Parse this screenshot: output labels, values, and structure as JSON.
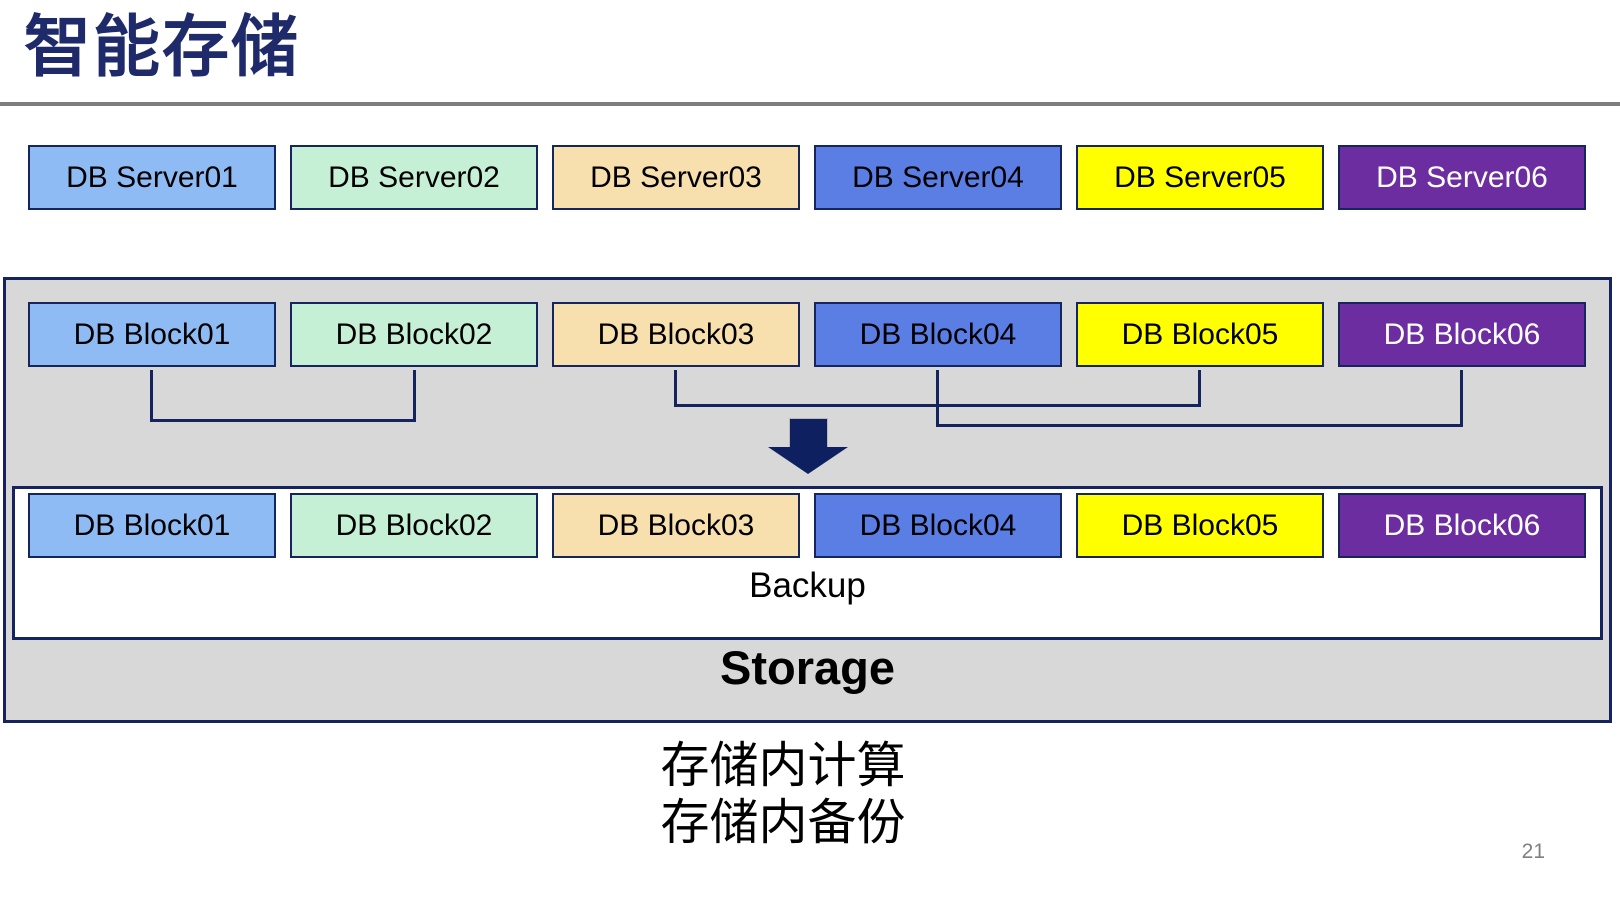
{
  "title": "智能存储",
  "palette": {
    "title-navy": "#1F2A6B",
    "line-navy": "#15235F",
    "box-border-navy": "#17255E",
    "arrow-navy": "#0F2060",
    "container-fill": "#D8D8D8",
    "divider-gray": "#7D7D7D",
    "page-number-gray": "#808080"
  },
  "server_row": [
    {
      "label": "DB Server01",
      "bg": "#8FBBF4",
      "fg": "#000000"
    },
    {
      "label": "DB Server02",
      "bg": "#C6F0D6",
      "fg": "#000000"
    },
    {
      "label": "DB Server03",
      "bg": "#F7DFAE",
      "fg": "#000000"
    },
    {
      "label": "DB Server04",
      "bg": "#5B7EE5",
      "fg": "#000000"
    },
    {
      "label": "DB Server05",
      "bg": "#FFFF00",
      "fg": "#000000"
    },
    {
      "label": "DB Server06",
      "bg": "#6C2DA0",
      "fg": "#FFFFFF"
    }
  ],
  "upper_block_row": [
    {
      "label": "DB Block01",
      "bg": "#8FBBF4",
      "fg": "#000000"
    },
    {
      "label": "DB Block02",
      "bg": "#C6F0D6",
      "fg": "#000000"
    },
    {
      "label": "DB Block03",
      "bg": "#F7DFAE",
      "fg": "#000000"
    },
    {
      "label": "DB Block04",
      "bg": "#5B7EE5",
      "fg": "#000000"
    },
    {
      "label": "DB Block05",
      "bg": "#FFFF00",
      "fg": "#000000"
    },
    {
      "label": "DB Block06",
      "bg": "#6C2DA0",
      "fg": "#FFFFFF"
    }
  ],
  "lower_block_row": [
    {
      "label": "DB Block01",
      "bg": "#8FBBF4",
      "fg": "#000000"
    },
    {
      "label": "DB Block02",
      "bg": "#C6F0D6",
      "fg": "#000000"
    },
    {
      "label": "DB Block03",
      "bg": "#F7DFAE",
      "fg": "#000000"
    },
    {
      "label": "DB Block04",
      "bg": "#5B7EE5",
      "fg": "#000000"
    },
    {
      "label": "DB Block05",
      "bg": "#FFFF00",
      "fg": "#000000"
    },
    {
      "label": "DB Block06",
      "bg": "#6C2DA0",
      "fg": "#FFFFFF"
    }
  ],
  "backup_label": "Backup",
  "storage_label": "Storage",
  "captions": [
    "存储内计算",
    "存储内备份"
  ],
  "page_number": "21"
}
